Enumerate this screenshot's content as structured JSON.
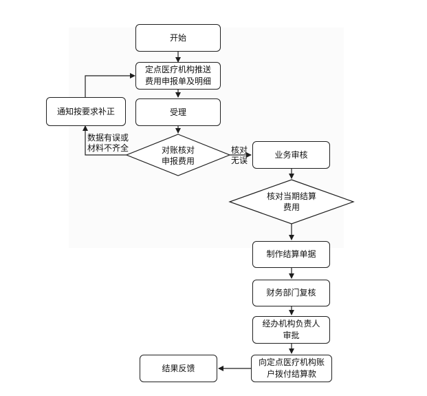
{
  "nodes": {
    "start": "开始",
    "submit": "定点医疗机构推送\n费用申报单及明细",
    "correct": "通知按要求补正",
    "accept": "受理",
    "reconcile": "对账核对\n申报费用",
    "review": "业务审核",
    "check_period": "核对当期结算\n费用",
    "make_sheet": "制作结算单据",
    "finance": "财务部门复核",
    "approve": "经办机构负责人\n审批",
    "pay": "向定点医疗机构账\n户拨付结算款",
    "feedback": "结果反馈"
  },
  "edge_labels": {
    "error": "数据有误或\n材料不齐全",
    "ok": "核对\n无误"
  }
}
